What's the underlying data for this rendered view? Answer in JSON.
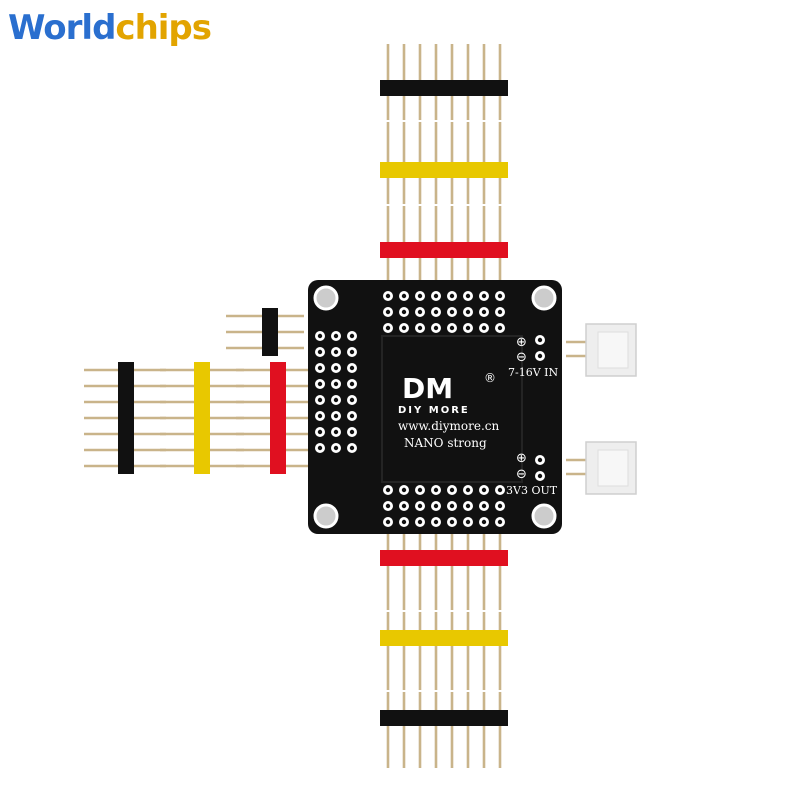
{
  "watermark": {
    "part1": "World",
    "part2": "chips"
  },
  "board": {
    "logo": "DM",
    "registered_mark": "®",
    "brand": "DIY MORE",
    "url": "www.diymore.cn",
    "model": "NANO strong",
    "input_label": "7-16V IN",
    "output_label": "3V3 OUT",
    "plus_sign": "⊕",
    "minus_sign": "⊖"
  },
  "colors": {
    "board": "#111111",
    "header_black": "#111111",
    "header_yellow": "#e8c800",
    "header_red": "#e01020",
    "pin": "#c9b48a",
    "connector": "#eeeeee",
    "watermark_blue": "#2a6fcf",
    "watermark_yellow": "#e2a400"
  },
  "headers": {
    "top": [
      "black",
      "yellow",
      "red"
    ],
    "bottom": [
      "red",
      "yellow",
      "black"
    ],
    "left": [
      "black",
      "yellow",
      "red"
    ],
    "small_top_left": "black"
  }
}
